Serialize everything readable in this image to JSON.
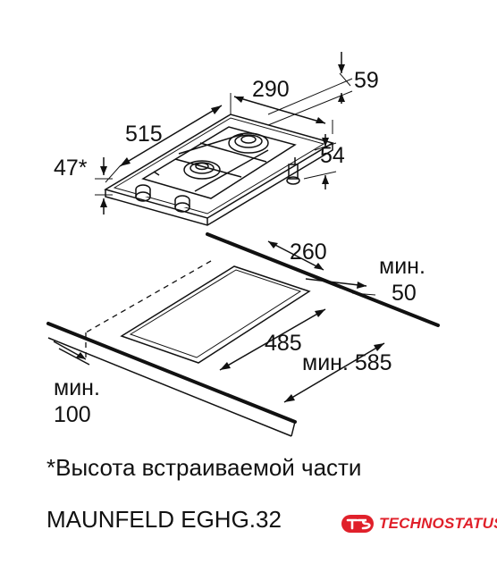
{
  "dimensions": {
    "width_total": "515",
    "depth_total": "290",
    "height_top": "59",
    "height_star": "47*",
    "height_side": "54",
    "cutout_depth": "260",
    "cutout_width": "485",
    "min_50_label": "мин.",
    "min_50_value": "50",
    "min_585": "мин. 585",
    "min_100_label": "мин.",
    "min_100_value": "100"
  },
  "footnote": "*Высота встраиваемой части",
  "model": "MAUNFELD EGHG.32",
  "brand": {
    "name": "TECHNOSTATUS",
    "color": "#e0202a",
    "icon": "technostatus-logo-icon"
  }
}
